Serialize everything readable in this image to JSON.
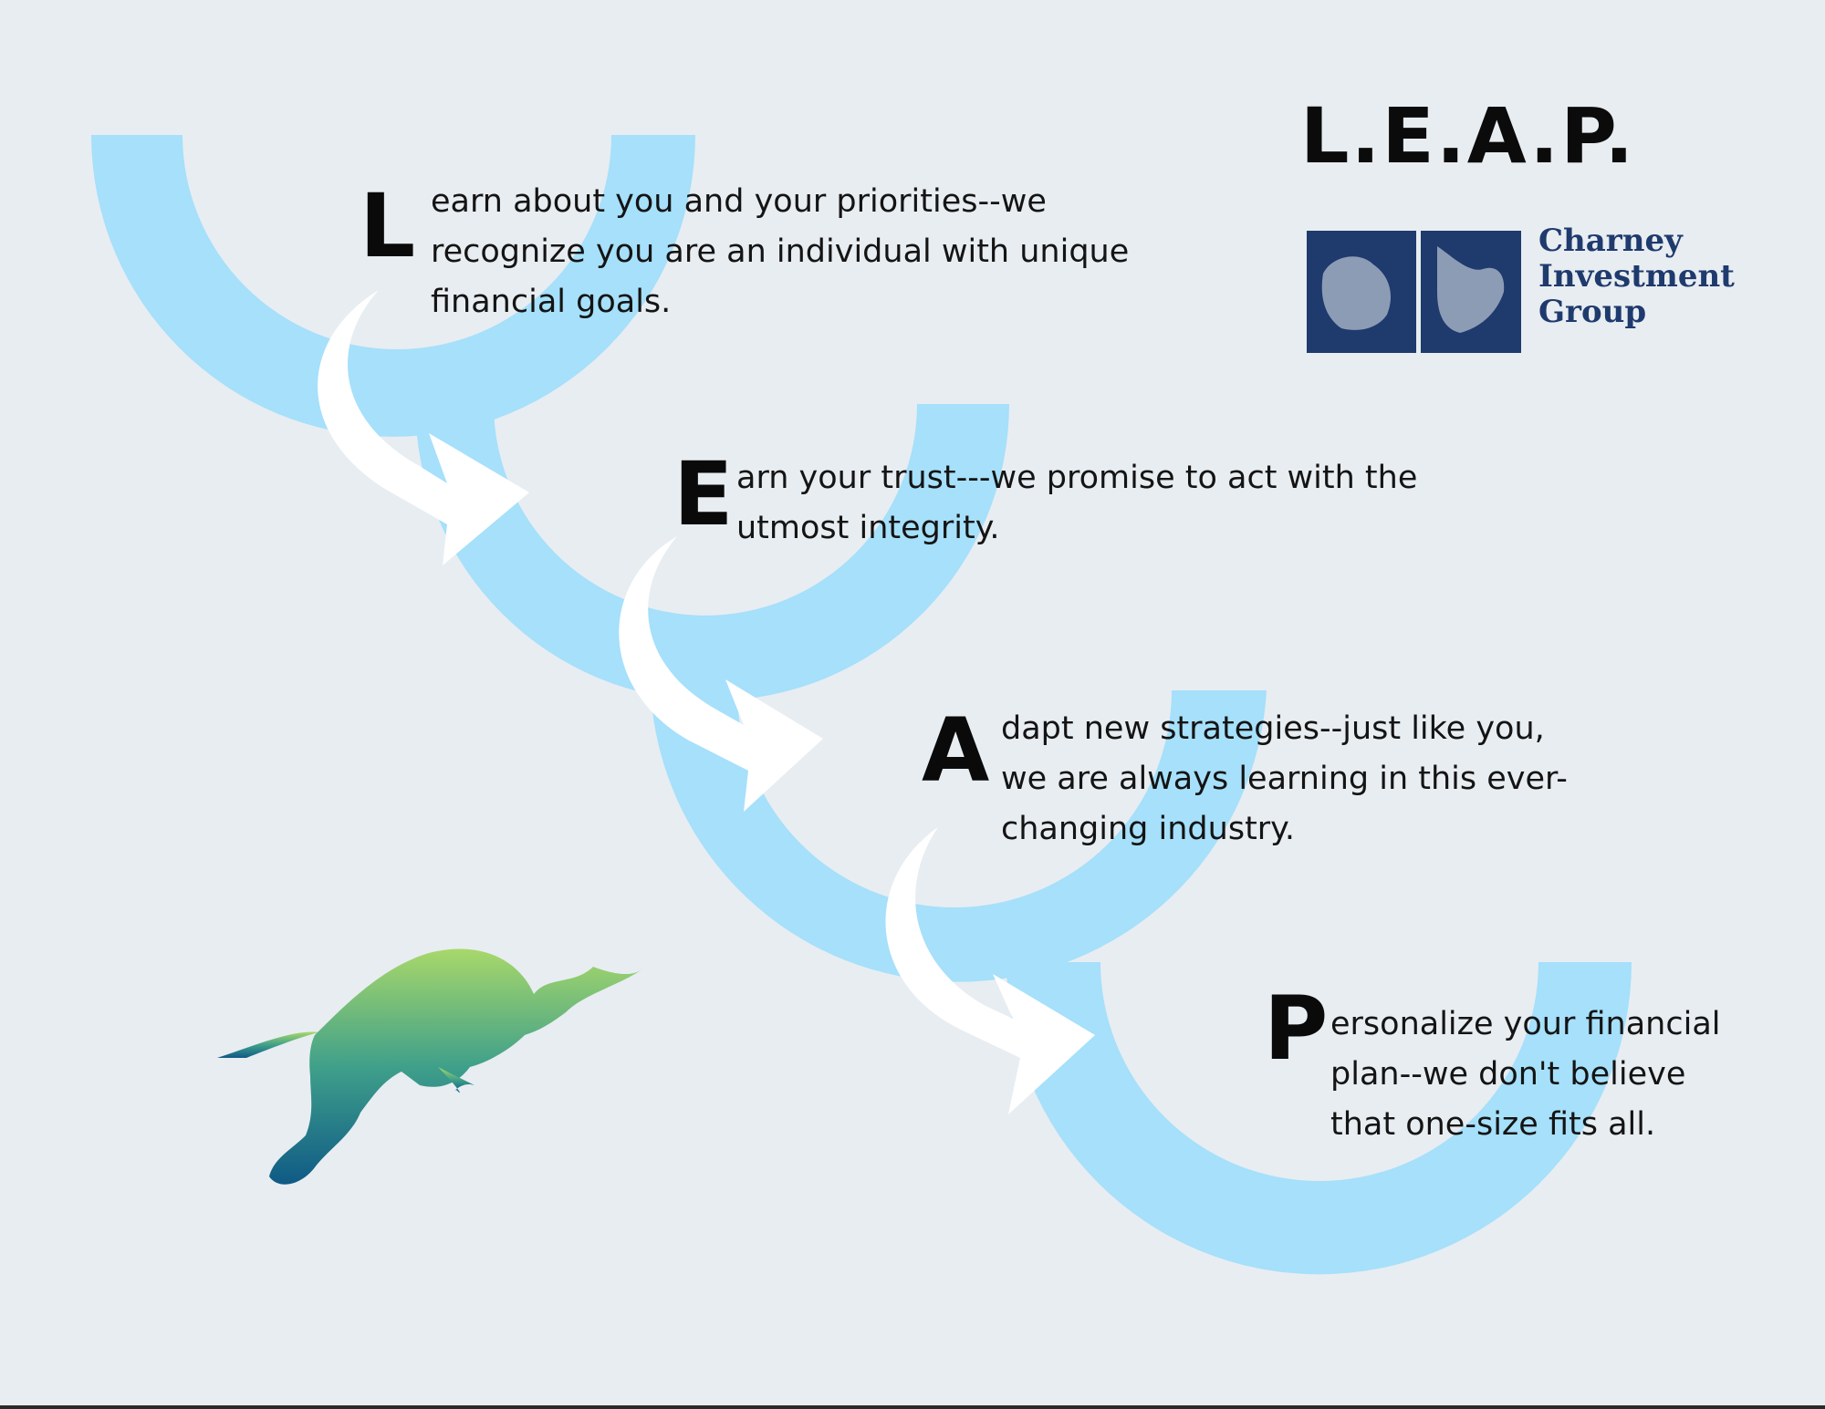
{
  "title": "L.E.A.P.",
  "logo": {
    "lines": [
      "Charney",
      "Investment",
      "Group"
    ],
    "color": "#1f3a6d"
  },
  "steps": [
    {
      "letter": "L",
      "lines": [
        "earn about you and your priorities--we",
        "recognize you are an individual with unique",
        "financial goals."
      ]
    },
    {
      "letter": "E",
      "lines": [
        "arn your trust---we promise to act with  the",
        "utmost integrity."
      ]
    },
    {
      "letter": "A",
      "lines": [
        "dapt new strategies--just like you,",
        "we are always learning in this ever-",
        "changing industry."
      ]
    },
    {
      "letter": "P",
      "lines": [
        "ersonalize your financial",
        "plan--we don't believe",
        "that one-size fits all."
      ]
    }
  ],
  "colors": {
    "background": "#e8edf1",
    "arc": "#a6e0fb",
    "arrow": "#ffffff",
    "text": "#141414",
    "bull_gradient": [
      "#a8d86a",
      "#3fa08a",
      "#0f5a86"
    ]
  },
  "icons": [
    "curved-arrow-icon",
    "arc-shape",
    "bull-shield-logo-icon",
    "leaping-bull-icon"
  ]
}
